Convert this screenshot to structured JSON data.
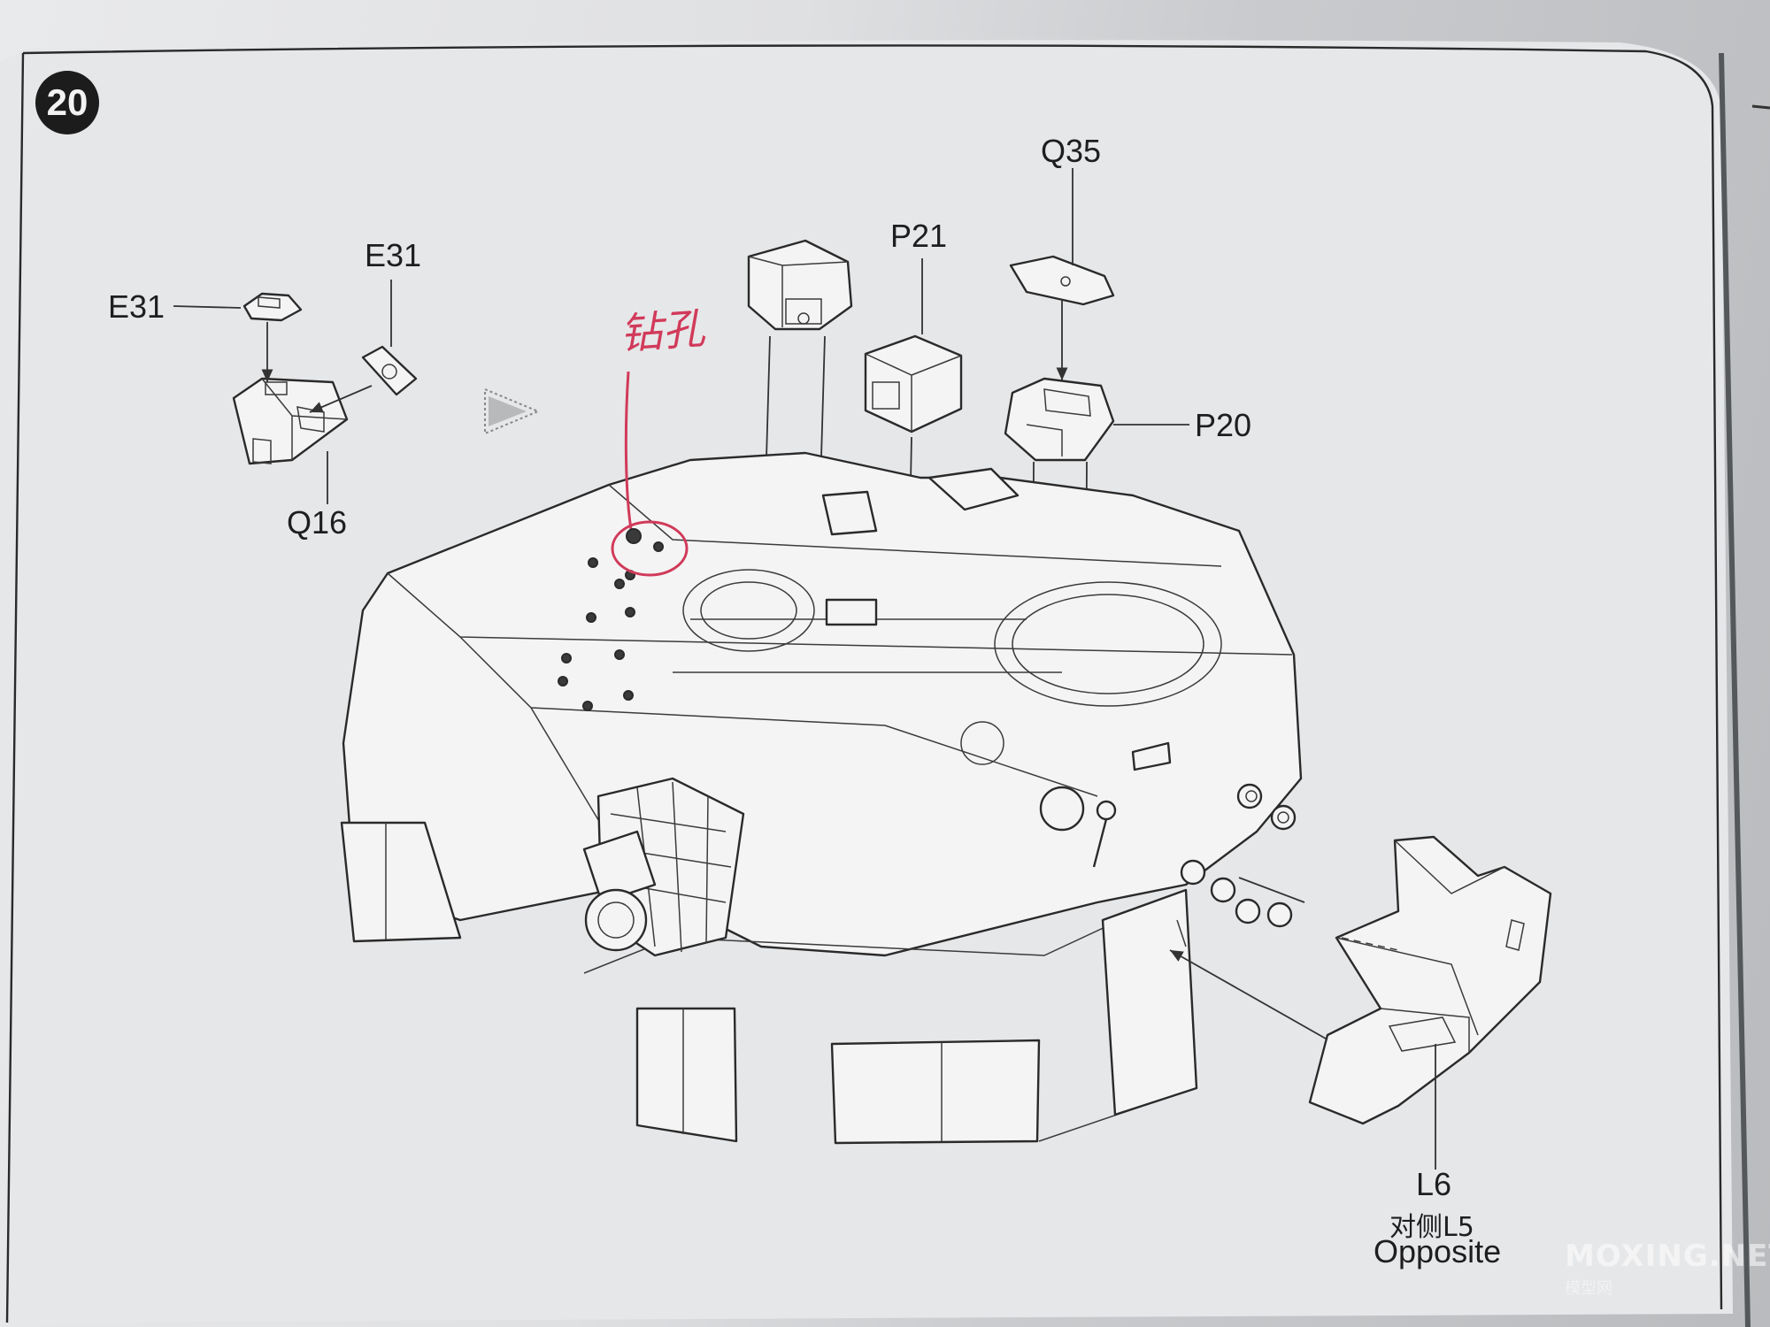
{
  "step": {
    "number": "20"
  },
  "parts": {
    "e31_left": "E31",
    "e31_top": "E31",
    "q16": "Q16",
    "p21": "P21",
    "q35": "Q35",
    "p20": "P20",
    "l6": "L6",
    "l5_cn": "对侧L5",
    "opposite": "Opposite"
  },
  "handwritten_note": "钻孔",
  "watermark": {
    "main": "MOXING.NET",
    "sub": "模型网"
  },
  "colors": {
    "ink": "#1e1e1e",
    "annotation": "#d13a5a",
    "badge": "#1c1c1c"
  }
}
